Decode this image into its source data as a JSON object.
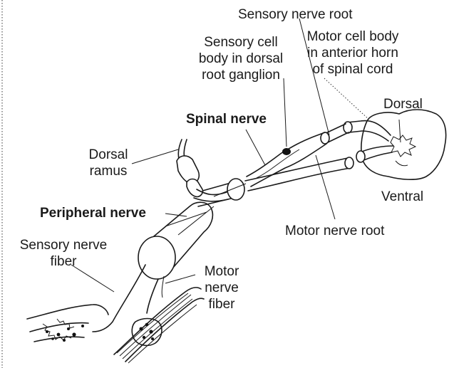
{
  "labels": {
    "sensory_nerve_root": "Sensory nerve root",
    "sensory_cell_body": [
      "Sensory cell",
      "body in dorsal",
      "root ganglion"
    ],
    "motor_cell_body": [
      "Motor cell body",
      "in anterior horn",
      "of spinal cord"
    ],
    "dorsal": "Dorsal",
    "spinal_nerve": "Spinal nerve",
    "dorsal_ramus": [
      "Dorsal",
      "ramus"
    ],
    "ventral": "Ventral",
    "peripheral_nerve": "Peripheral nerve",
    "motor_nerve_root": "Motor nerve root",
    "sensory_nerve_fiber": [
      "Sensory nerve",
      "fiber"
    ],
    "motor_nerve_fiber": [
      "Motor",
      "nerve",
      "fiber"
    ]
  }
}
